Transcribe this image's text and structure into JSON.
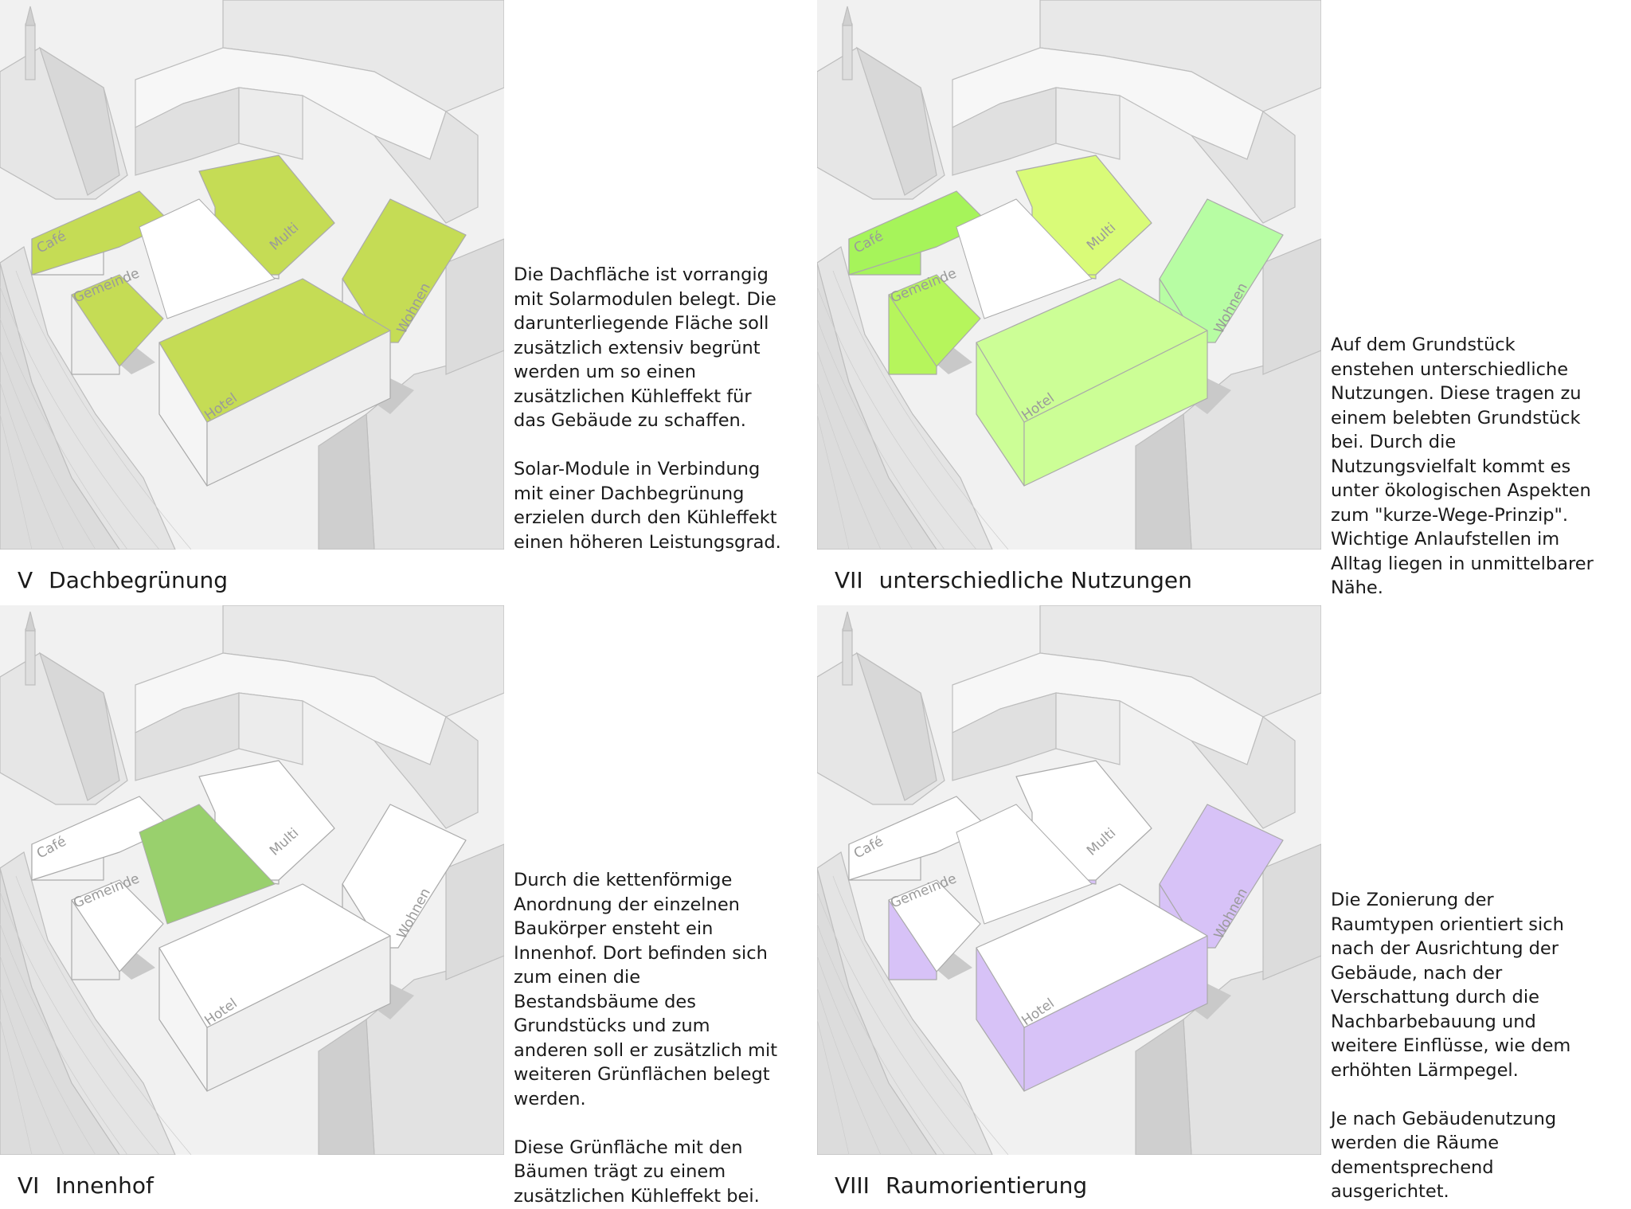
{
  "labels": {
    "cafe": "Café",
    "multi": "Multi",
    "gemeinde": "Gemeinde",
    "wohnen": "Wohnen",
    "hotel": "Hotel"
  },
  "colors": {
    "building": "#ffffff",
    "context": "#e6e6e6",
    "shadow": "#c9c9c9",
    "dachbegruenung": "#c5dc55",
    "innenhof": "#99d06d",
    "nutzung_cafe": "#a6f45a",
    "nutzung_gemeinde": "#b6f55c",
    "nutzung_multi": "#d9fb78",
    "nutzung_wohnen": "#b7fda3",
    "nutzung_hotel": "#ccfe96",
    "raumorientierung": "#d7c2f7"
  },
  "panels": {
    "dach": {
      "number": "V",
      "title": "Dachbegrünung",
      "description": "Die Dachfläche ist vorrangig mit Solarmodulen belegt. Die darunterliegende Fläche soll zusätzlich extensiv begrünt werden um so einen zusätzlichen Kühleffekt für das Gebäude zu schaffen.\n\nSolar-Module in Verbindung mit einer Dachbegrünung erzielen durch den Kühleffekt einen höheren Leistungsgrad."
    },
    "innenhof": {
      "number": "VI",
      "title": "Innenhof",
      "description": "Durch die kettenförmige Anordnung der einzelnen Baukörper ensteht ein Innenhof. Dort befinden sich zum einen die Bestandsbäume des Grundstücks und zum anderen soll er zusätzlich mit weiteren Grünflächen  belegt werden.\n\nDiese Grünfläche mit den Bäumen trägt zu einem zusätzlichen Kühleffekt bei."
    },
    "nutzungen": {
      "number": "VII",
      "title": "unterschiedliche Nutzungen",
      "description": "Auf dem Grundstück enstehen unterschiedliche Nutzungen. Diese tragen zu einem belebten Grundstück bei. Durch die Nutzungsvielfalt kommt es unter ökologischen Aspekten zum \"kurze-Wege-Prinzip\". Wichtige Anlaufstellen im Alltag liegen in unmittelbarer Nähe."
    },
    "raum": {
      "number": "VIII",
      "title": "Raumorientierung",
      "description": "Die Zonierung der Raumtypen orientiert sich nach der Ausrichtung der Gebäude, nach der Verschattung durch die Nachbarbebauung und weitere Einflüsse, wie dem erhöhten Lärmpegel.\n\nJe nach Gebäudenutzung werden die Räume dementsprechend ausgerichtet."
    }
  }
}
